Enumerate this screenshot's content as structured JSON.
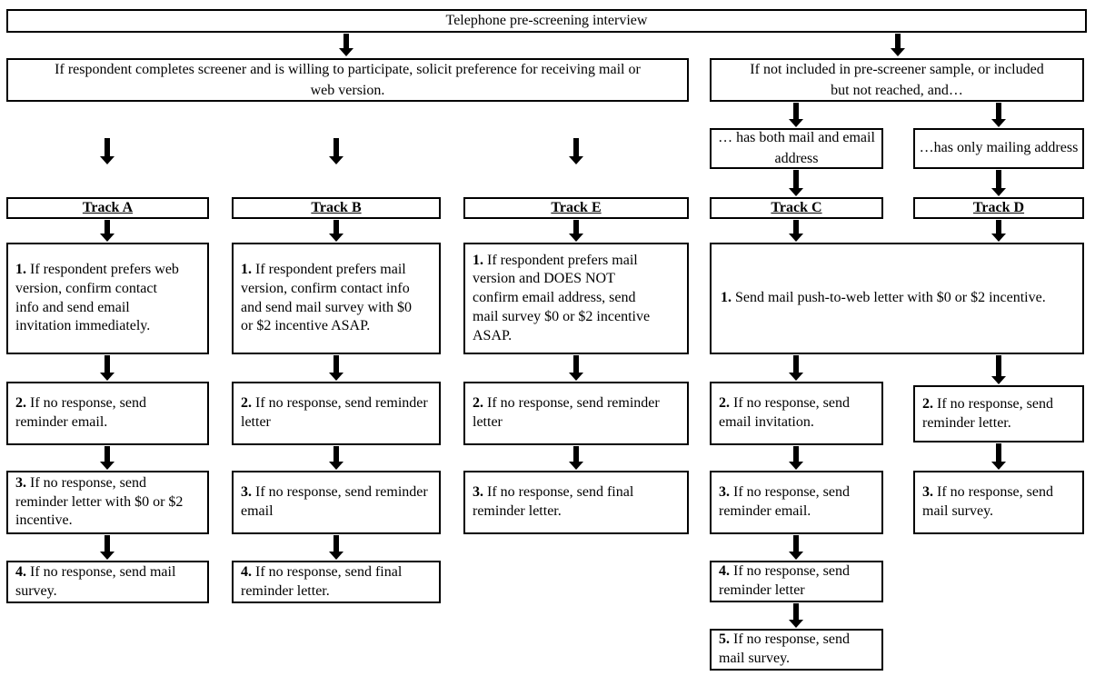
{
  "title": "Telephone pre-screening interview",
  "left_branch": {
    "text": "If respondent completes screener and is willing to participate, solicit preference for receiving mail or web version."
  },
  "right_branch": {
    "text": "If not included in pre-screener sample, or included but not reached, and…",
    "conditions": {
      "both": "… has both mail and email address",
      "mail_only": "…has only mailing address"
    }
  },
  "tracks": {
    "a": {
      "label": "Track A",
      "steps": [
        {
          "num": "1.",
          "text": "If respondent prefers web version, confirm contact info and send email invitation immediately."
        },
        {
          "num": "2.",
          "text": "If no response, send reminder email."
        },
        {
          "num": "3.",
          "text": "If no response, send reminder letter with $0 or $2 incentive."
        },
        {
          "num": "4.",
          "text": "If no response, send mail survey."
        }
      ]
    },
    "b": {
      "label": "Track B",
      "steps": [
        {
          "num": "1.",
          "text": "If respondent prefers mail version, confirm contact info and send mail survey with $0 or $2 incentive ASAP."
        },
        {
          "num": "2.",
          "text": "If no response, send reminder letter"
        },
        {
          "num": "3.",
          "text": "If no response, send reminder email"
        },
        {
          "num": "4.",
          "text": "If no response, send final reminder letter."
        }
      ]
    },
    "e": {
      "label": "Track E",
      "steps": [
        {
          "num": "1.",
          "text": "If respondent prefers mail version and DOES NOT confirm email address, send mail survey $0 or $2 incentive ASAP."
        },
        {
          "num": "2.",
          "text": "If no response, send reminder letter"
        },
        {
          "num": "3.",
          "text": "If no response, send final reminder letter."
        }
      ]
    },
    "cd_shared_step": {
      "num": "1.",
      "text": "Send mail push-to-web letter with $0 or $2 incentive."
    },
    "c": {
      "label": "Track C",
      "steps": [
        {
          "num": "2.",
          "text": "If no response, send email invitation."
        },
        {
          "num": "3.",
          "text": "If no response, send reminder email."
        },
        {
          "num": "4.",
          "text": "If no response, send reminder letter"
        },
        {
          "num": "5.",
          "text": "If no response, send mail survey."
        }
      ]
    },
    "d": {
      "label": "Track D",
      "steps": [
        {
          "num": "2.",
          "text": "If no response, send reminder letter."
        },
        {
          "num": "3.",
          "text": "If no response, send mail survey."
        }
      ]
    }
  },
  "colors": {
    "border": "#000000",
    "arrow": "#000000",
    "background": "#ffffff",
    "text": "#000000"
  }
}
